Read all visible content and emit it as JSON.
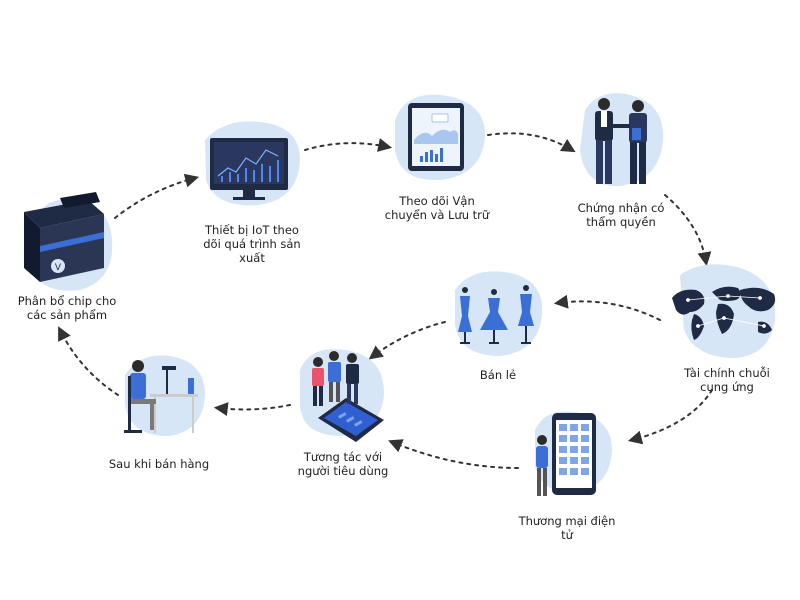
{
  "nodes": [
    {
      "id": "chip",
      "icon": "chip-machine-icon",
      "lines": [
        "Phân bổ chip cho",
        "các sản phẩm"
      ]
    },
    {
      "id": "iot",
      "icon": "monitor-chart-icon",
      "lines": [
        "Thiết bị IoT theo",
        "dõi quá trình sản",
        "xuất"
      ]
    },
    {
      "id": "tracking",
      "icon": "tablet-chart-icon",
      "lines": [
        "Theo dõi Vận",
        "chuyển và Lưu trữ"
      ]
    },
    {
      "id": "cert",
      "icon": "handshake-people-icon",
      "lines": [
        "Chứng nhận có",
        "thẩm quyền"
      ]
    },
    {
      "id": "finance",
      "icon": "world-map-icon",
      "lines": [
        "Tài chính chuỗi",
        "cung ứng"
      ]
    },
    {
      "id": "ecommerce",
      "icon": "phone-apps-icon",
      "lines": [
        "Thương mại điện",
        "tử"
      ]
    },
    {
      "id": "retail",
      "icon": "mannequins-icon",
      "lines": [
        "Bán lẻ"
      ]
    },
    {
      "id": "consumer",
      "icon": "people-phone-icon",
      "lines": [
        "Tương tác với",
        "người tiêu dùng"
      ]
    },
    {
      "id": "aftersale",
      "icon": "desk-worker-icon",
      "lines": [
        "Sau khi bán hàng"
      ]
    }
  ],
  "colors": {
    "accent": "#3b6fd6",
    "blob": "#d6e6f7",
    "dark": "#1f2a44",
    "arrow": "#333333"
  }
}
